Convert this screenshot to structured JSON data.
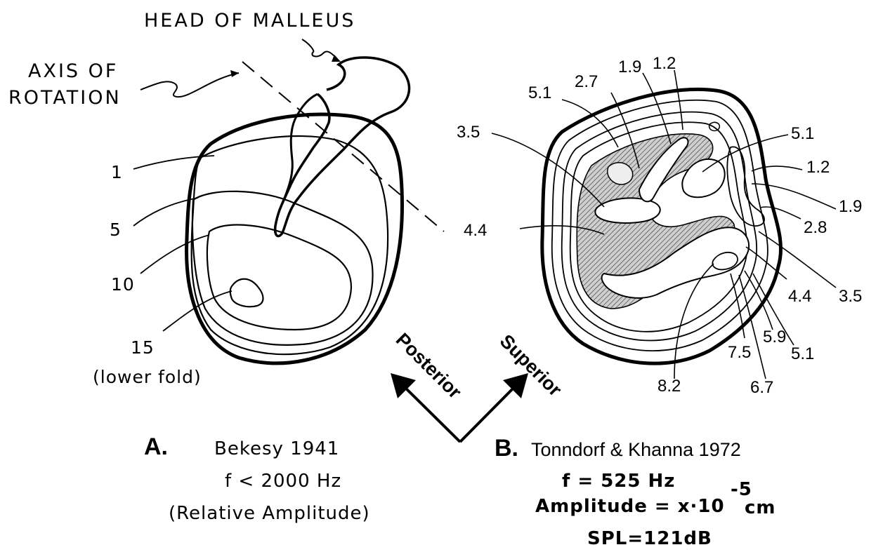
{
  "panel_a": {
    "head_label": "HEAD OF MALLEUS",
    "axis_label_line1": "AXIS OF",
    "axis_label_line2": "ROTATION",
    "contour_labels": [
      "1",
      "5",
      "10",
      "15",
      "(lower fold)"
    ],
    "caption_letter": "A.",
    "caption_author": "Bekesy 1941",
    "caption_freq": "f < 2000 Hz",
    "caption_note": "(Relative Amplitude)"
  },
  "panel_b": {
    "contour_labels": [
      "5.1",
      "2.7",
      "1.9",
      "1.2",
      "3.5",
      "5.1",
      "1.2",
      "1.9",
      "4.4",
      "2.8",
      "4.4",
      "3.5",
      "5.9",
      "5.1",
      "7.5",
      "8.2",
      "6.7"
    ],
    "caption_letter": "B.",
    "caption_author": "Tonndorf & Khanna 1972",
    "caption_freq": "f = 525 Hz",
    "caption_amp": "Amplitude = x·10",
    "caption_exp": "-5",
    "caption_unit": "cm",
    "caption_spl": "SPL=121dB"
  },
  "orientation": {
    "posterior": "Posterior",
    "superior": "Superior"
  }
}
